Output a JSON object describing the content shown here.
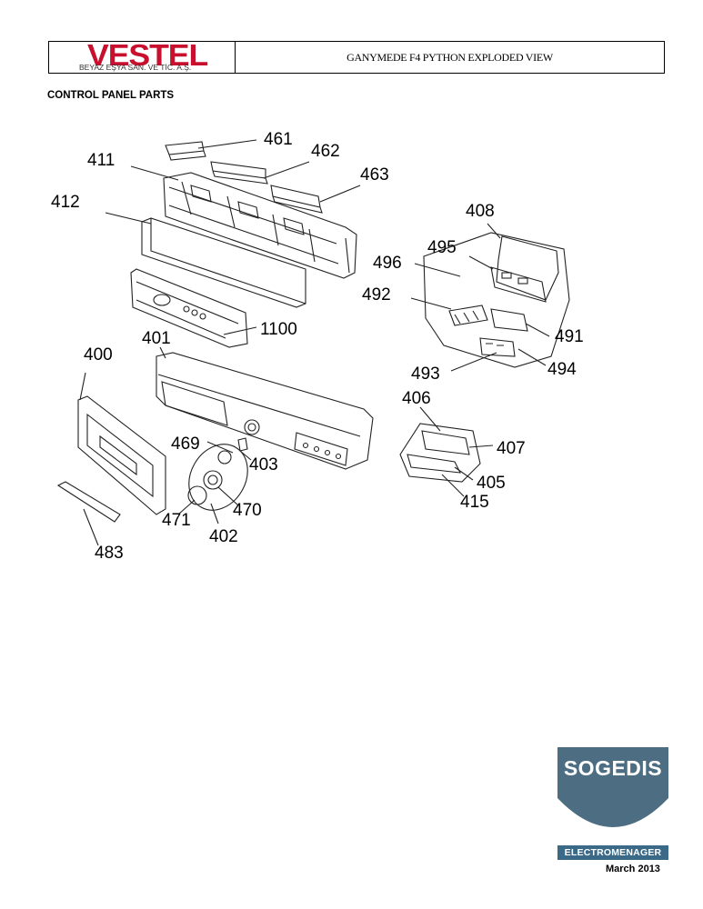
{
  "header": {
    "brand": "VESTEL",
    "brand_subtitle": "BEYAZ EŞYA SAN. VE TİC. A.Ş.",
    "document_title": "GANYMEDE F4 PYTHON EXPLODED VIEW"
  },
  "section_title": "CONTROL PANEL PARTS",
  "parts": {
    "p461": "461",
    "p462": "462",
    "p463": "463",
    "p411": "411",
    "p412": "412",
    "p408": "408",
    "p495": "495",
    "p496": "496",
    "p492": "492",
    "p1100": "1100",
    "p401": "401",
    "p400": "400",
    "p491": "491",
    "p493": "493",
    "p494": "494",
    "p406": "406",
    "p469": "469",
    "p403": "403",
    "p407": "407",
    "p405": "405",
    "p415": "415",
    "p470": "470",
    "p471": "471",
    "p402": "402",
    "p483": "483"
  },
  "footer": {
    "brand": "SOGEDIS",
    "tagline": "ELECTROMENAGER",
    "date": "March 2013",
    "brand_color_top": "#4a6b80",
    "brand_color_bottom": "#3d6986"
  }
}
